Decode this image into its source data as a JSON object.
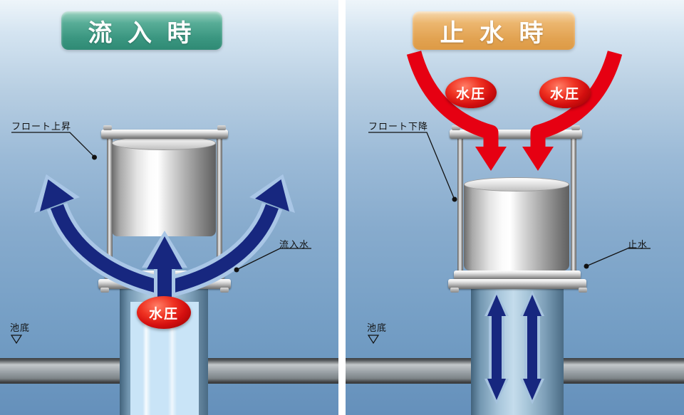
{
  "panels": {
    "inflow": {
      "title": "流 入 時",
      "labels": {
        "float_state": "フロート上昇",
        "inflow_water": "流入水",
        "pond_bottom": "池底",
        "water_pressure": "水圧"
      },
      "colors": {
        "title_bg": "#3a9680",
        "flow_arrow": "#17277f",
        "pressure_badge": "#d40f0f"
      }
    },
    "shutoff": {
      "title": "止 水 時",
      "labels": {
        "float_state": "フロート下降",
        "stop_water": "止水",
        "pond_bottom": "池底",
        "water_pressure": "水圧"
      },
      "colors": {
        "title_bg": "#e2a352",
        "pressure_arrow": "#e60012",
        "flow_arrow": "#17277f"
      }
    },
    "markers": {
      "pond_bottom_symbol": "open-down-triangle"
    }
  }
}
